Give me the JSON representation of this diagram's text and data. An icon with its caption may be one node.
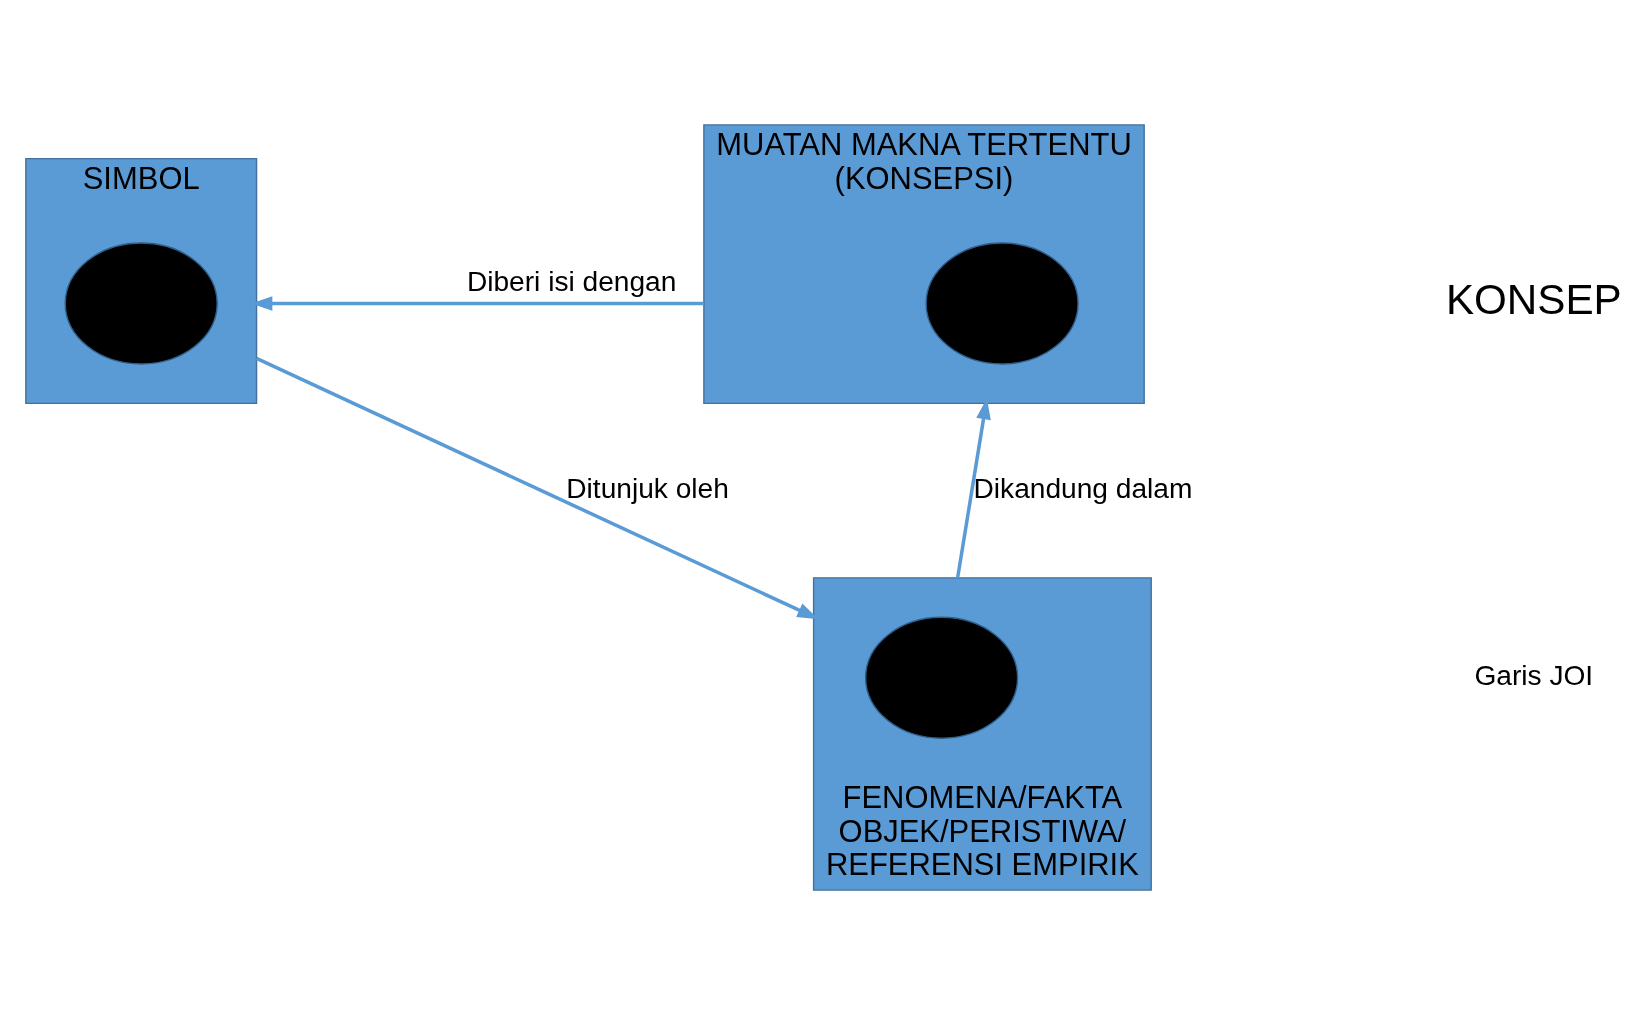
{
  "diagram": {
    "nodes": [
      {
        "text": [],
        "shape": "box",
        "beside": [
          "SIMBOL"
        ]
      },
      {
        "text": [],
        "shape": "circle",
        "in": 0
      },
      {
        "text": [],
        "shape": "box",
        "beside": [
          "MUATAN MAKNA TERTENTU (KONSEPSI)"
        ]
      },
      {
        "text": [],
        "shape": "circle",
        "in": 2
      },
      {
        "text": [],
        "shape": "box",
        "beside": [
          "FENOMENA/FAKTA OBJEK/PERISTIWA/ REFERENSI EMPIRIK"
        ]
      },
      {
        "text": [],
        "shape": "circle",
        "in": 4
      }
    ],
    "edges": [
      {
        "from": 2,
        "to": 0,
        "arrow": "to",
        "label": "Diberi isi dengan"
      },
      {
        "from": 0,
        "to": 4,
        "arrow": "to",
        "label": "Ditunjuk oleh"
      },
      {
        "from": 4,
        "to": 2,
        "arrow": "to",
        "label": "Dikandung dalam"
      }
    ],
    "labels": [
      "KONSEP",
      "Garis JOI"
    ]
  }
}
